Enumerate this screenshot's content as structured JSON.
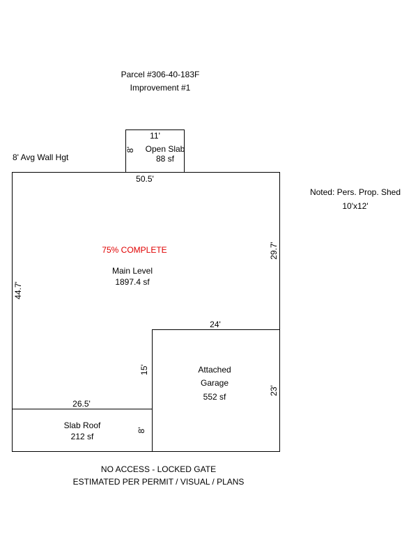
{
  "header": {
    "parcel": "Parcel #306-40-183F",
    "improvement": "Improvement #1"
  },
  "notes": {
    "wall_height": "8' Avg Wall Hgt",
    "shed_line1": "Noted: Pers. Prop. Shed",
    "shed_line2": "10'x12'"
  },
  "open_slab": {
    "top_dim": "11'",
    "side_dim": "8'",
    "name": "Open Slab",
    "area": "88 sf"
  },
  "main_level": {
    "top_dim": "50.5'",
    "left_dim": "44.7'",
    "right_dim": "29.7'",
    "status": "75% COMPLETE",
    "status_color": "#e00000",
    "name": "Main Level",
    "area": "1897.4 sf"
  },
  "garage": {
    "top_dim": "24'",
    "left_dim": "15'",
    "right_dim": "23'",
    "name_line1": "Attached",
    "name_line2": "Garage",
    "area": "552 sf"
  },
  "slab_roof": {
    "top_dim": "26.5'",
    "right_dim": "8'",
    "name": "Slab Roof",
    "area": "212 sf"
  },
  "footer": {
    "line1": "NO ACCESS - LOCKED GATE",
    "line2": "ESTIMATED PER PERMIT / VISUAL / PLANS"
  }
}
